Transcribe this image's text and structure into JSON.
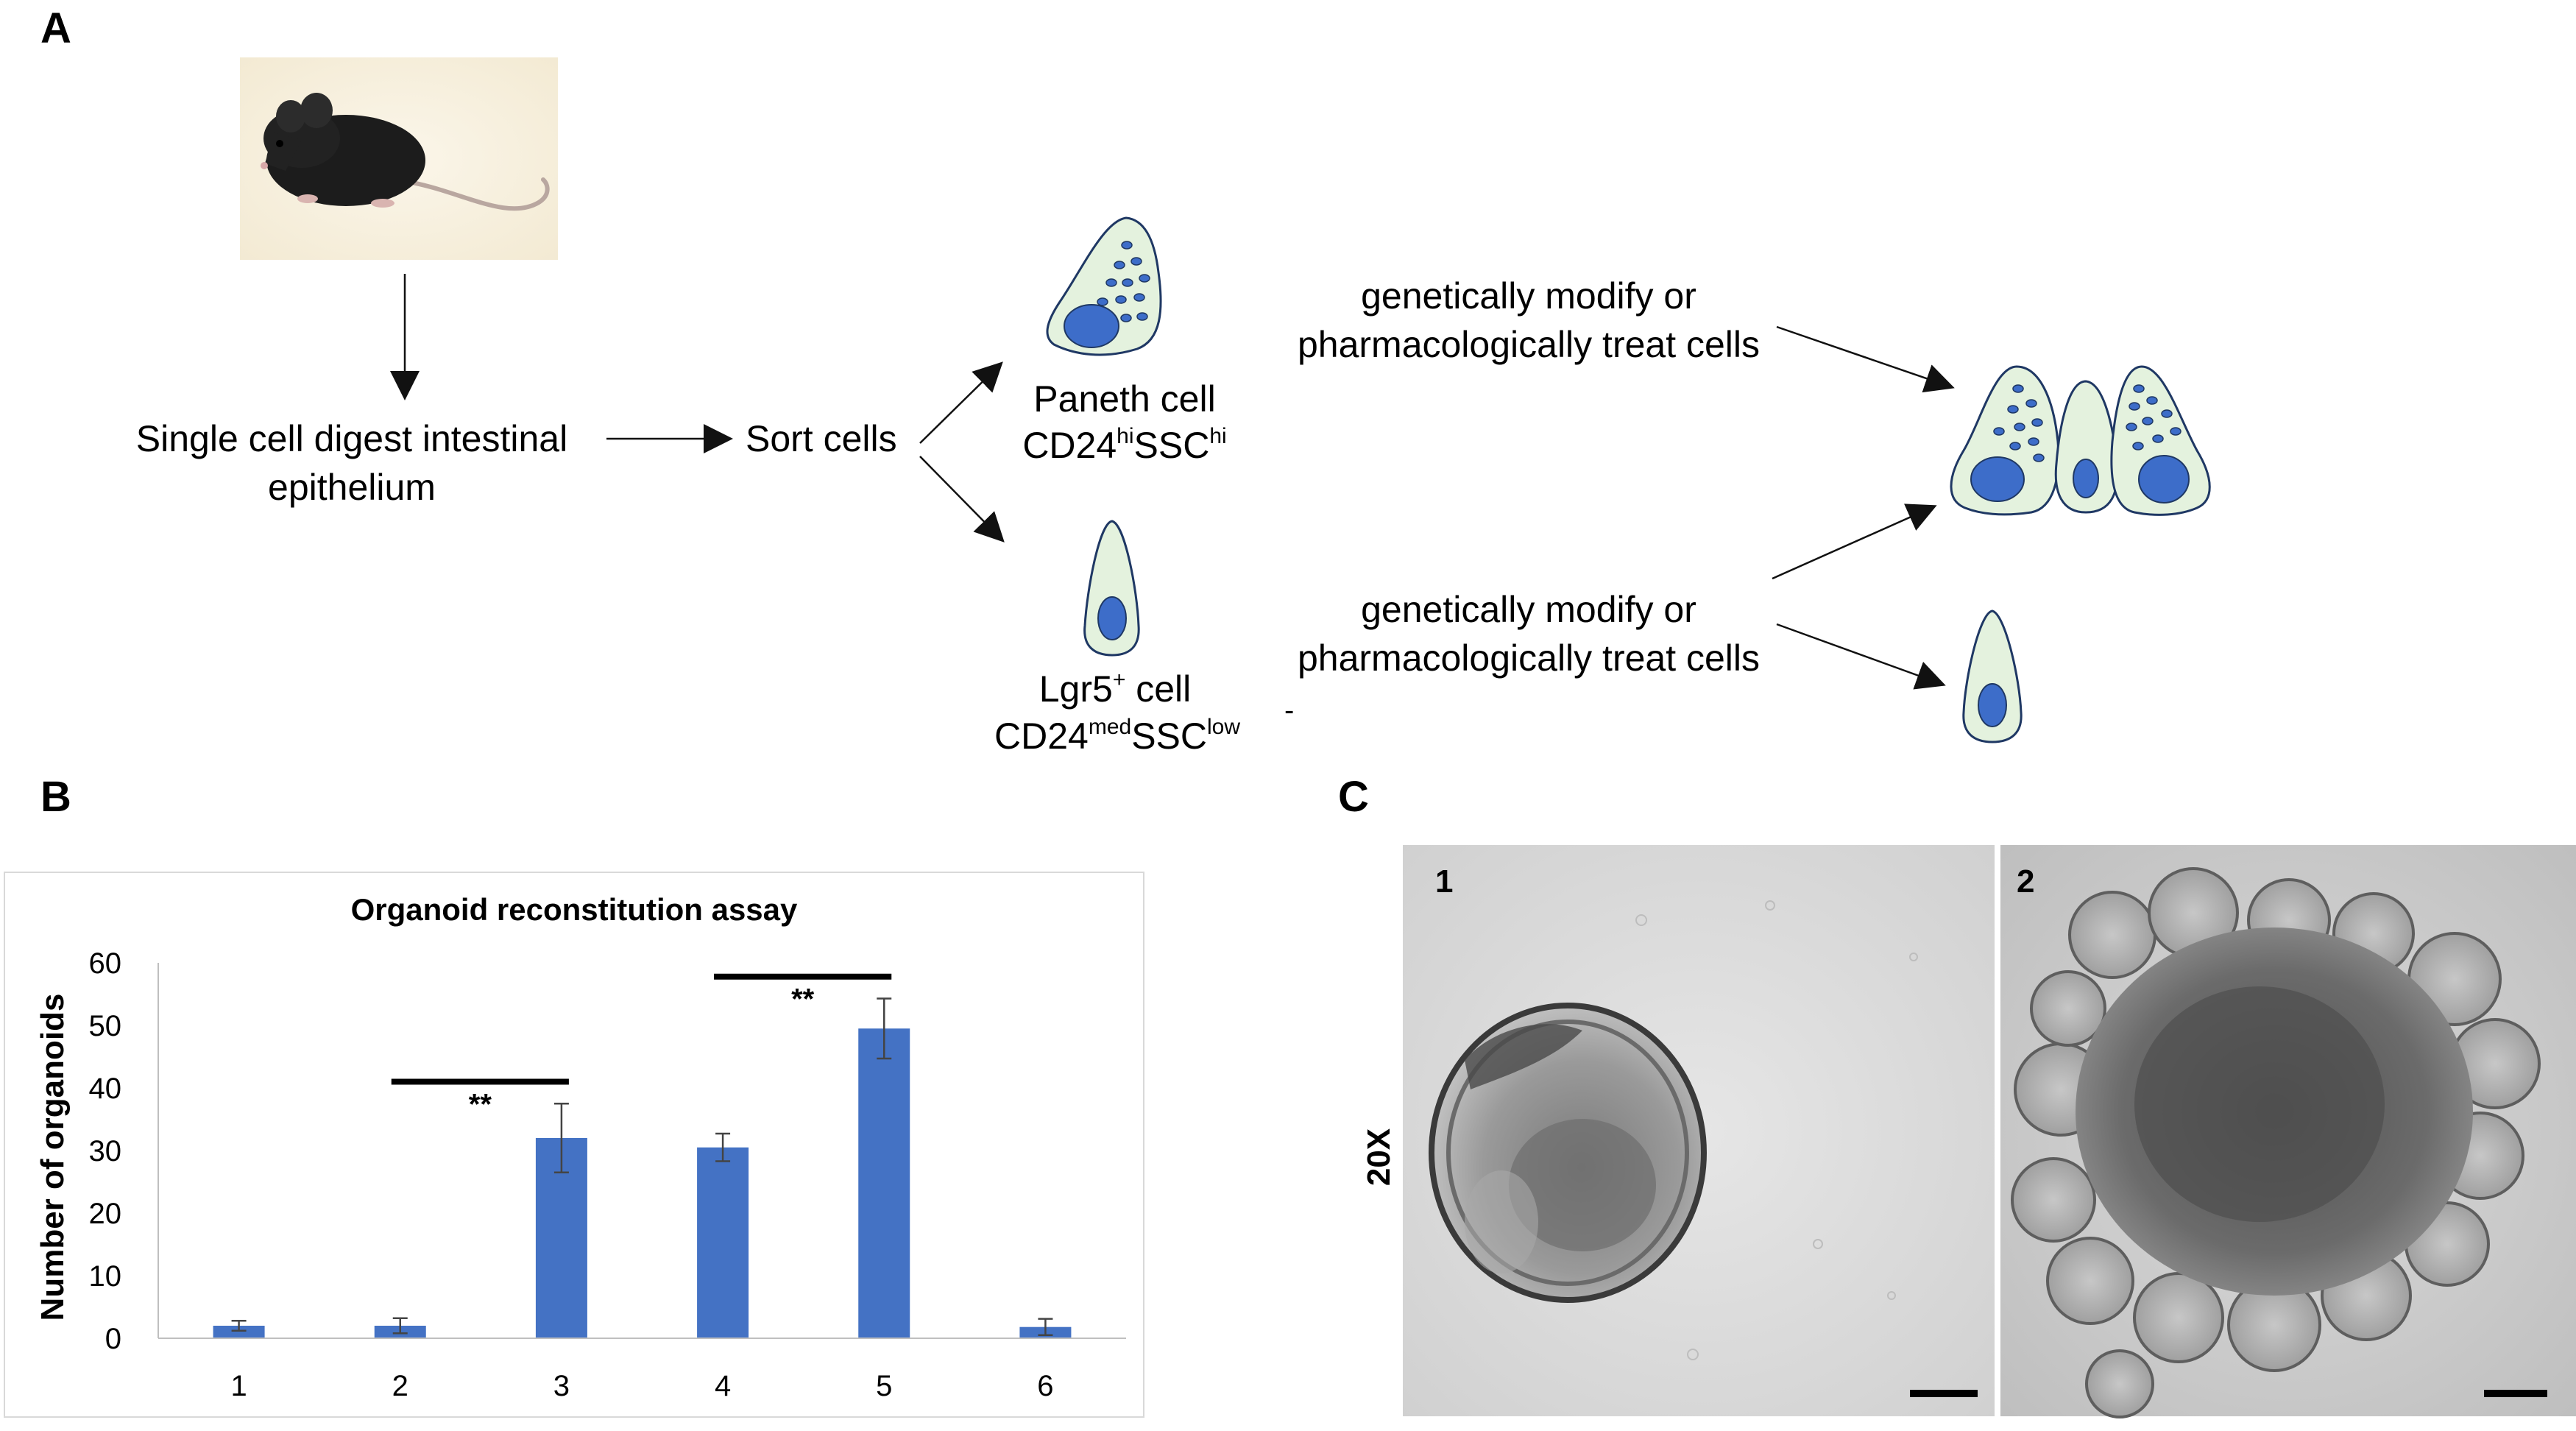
{
  "panels": {
    "a": {
      "letter": "A"
    },
    "b": {
      "letter": "B"
    },
    "c": {
      "letter": "C"
    }
  },
  "flow": {
    "digest_line1": "Single cell digest intestinal",
    "digest_line2": "epithelium",
    "sort": "Sort cells",
    "paneth_name": "Paneth cell",
    "paneth_marker_main1": "CD24",
    "paneth_marker_sup1": "hi",
    "paneth_marker_main2": "SSC",
    "paneth_marker_sup2": "hi",
    "lgr5_main": "Lgr5",
    "lgr5_sup": "+",
    "lgr5_suffix": " cell",
    "lgr5_marker_main1": "CD24",
    "lgr5_marker_sup1": "med",
    "lgr5_marker_main2": "SSC",
    "lgr5_marker_sup2": "low",
    "treat_top_line1": "genetically modify or",
    "treat_top_line2": "pharmacologically treat cells",
    "treat_bottom_line1": "genetically modify or",
    "treat_bottom_line2": "pharmacologically treat cells",
    "stray_mark": "-"
  },
  "micrographs": {
    "image1_label": "1",
    "image2_label": "2",
    "magnification": "20X"
  },
  "colors": {
    "bar": "#4472c4",
    "cell_fill": "#e4f2de",
    "cell_outline": "#1f3864",
    "nucleus": "#3d6dc9",
    "granule": "#3d6dc9"
  },
  "chart_data": {
    "type": "bar",
    "title": "Organoid reconstitution assay",
    "xlabel": "",
    "ylabel": "Number of organoids",
    "categories": [
      "1",
      "2",
      "3",
      "4",
      "5",
      "6"
    ],
    "values": [
      2,
      2,
      32,
      30.5,
      49.5,
      1.8
    ],
    "errors": [
      0.8,
      1.2,
      5.5,
      2.2,
      4.8,
      1.3
    ],
    "ylim": [
      0,
      60
    ],
    "yticks": [
      "0",
      "10",
      "20",
      "30",
      "40",
      "50",
      "60"
    ],
    "grid": false,
    "legend": "none",
    "significance": [
      {
        "from": 1,
        "to": 2,
        "label": "**"
      },
      {
        "from": 3,
        "to": 4,
        "label": "**"
      }
    ]
  }
}
